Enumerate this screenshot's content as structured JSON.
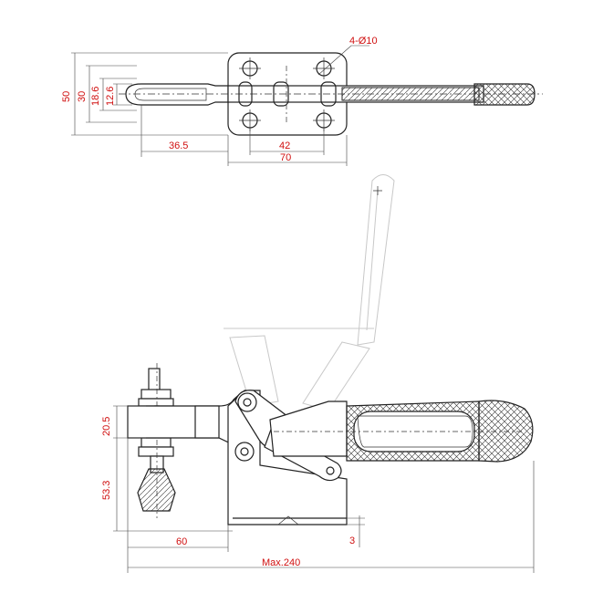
{
  "top_view": {
    "hole_label": "4-Ø10",
    "dim_height_total": "50",
    "dim_height_30": "30",
    "dim_height_18_6": "18.6",
    "dim_height_12_6": "12.6",
    "dim_arm_length": "36.5",
    "dim_hole_spacing": "42",
    "dim_base_width": "70"
  },
  "side_view": {
    "dim_spindle_height": "20.5",
    "dim_base_height": "53.3",
    "dim_reach": "60",
    "dim_base_thickness": "3",
    "dim_overall_length": "Max.240"
  }
}
